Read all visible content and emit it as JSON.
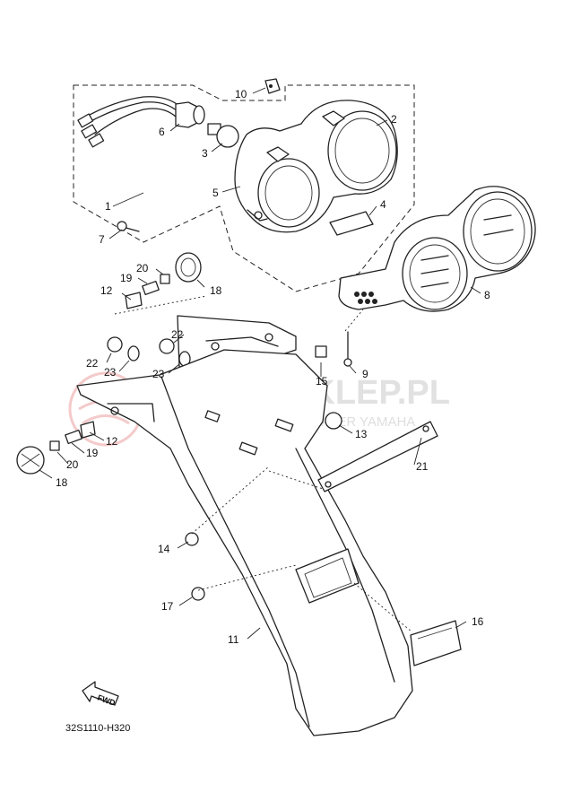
{
  "diagram_code": "32S1110-H320",
  "forward_marker": "FWD",
  "watermark": {
    "brand": "YAMA-SKLEP.PL",
    "tagline": "AUTORYZOWANY DEALER YAMAHA"
  },
  "callouts": [
    {
      "id": "c1",
      "label": "1"
    },
    {
      "id": "c2",
      "label": "2"
    },
    {
      "id": "c3",
      "label": "3"
    },
    {
      "id": "c4",
      "label": "4"
    },
    {
      "id": "c5",
      "label": "5"
    },
    {
      "id": "c6",
      "label": "6"
    },
    {
      "id": "c7",
      "label": "7"
    },
    {
      "id": "c8",
      "label": "8"
    },
    {
      "id": "c9",
      "label": "9"
    },
    {
      "id": "c10",
      "label": "10"
    },
    {
      "id": "c11",
      "label": "11"
    },
    {
      "id": "c12a",
      "label": "12"
    },
    {
      "id": "c12b",
      "label": "12"
    },
    {
      "id": "c13",
      "label": "13"
    },
    {
      "id": "c14",
      "label": "14"
    },
    {
      "id": "c15",
      "label": "15"
    },
    {
      "id": "c16",
      "label": "16"
    },
    {
      "id": "c17",
      "label": "17"
    },
    {
      "id": "c18a",
      "label": "18"
    },
    {
      "id": "c18b",
      "label": "18"
    },
    {
      "id": "c19a",
      "label": "19"
    },
    {
      "id": "c19b",
      "label": "19"
    },
    {
      "id": "c20a",
      "label": "20"
    },
    {
      "id": "c20b",
      "label": "20"
    },
    {
      "id": "c21",
      "label": "21"
    },
    {
      "id": "c22a",
      "label": "22"
    },
    {
      "id": "c22b",
      "label": "22"
    },
    {
      "id": "c23a",
      "label": "23"
    },
    {
      "id": "c23b",
      "label": "23"
    }
  ]
}
